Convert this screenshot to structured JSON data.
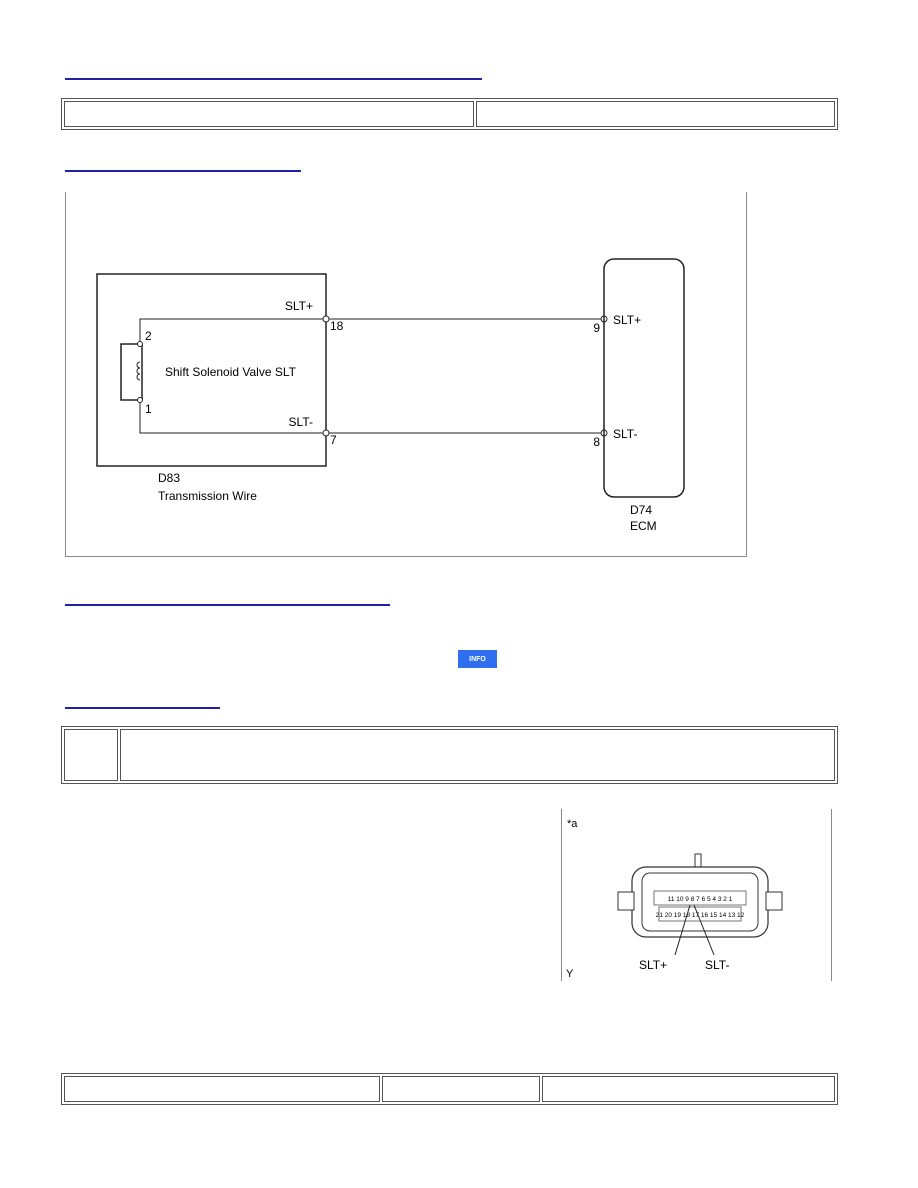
{
  "links": [
    {
      "name": "top-link"
    },
    {
      "name": "wiring-link"
    },
    {
      "name": "monitor-link"
    },
    {
      "name": "procedure-link"
    }
  ],
  "info_button": {
    "label": "INFO",
    "color": "#2f6fef"
  },
  "wiring_diagram": {
    "left_connector": {
      "code": "D83",
      "name": "Transmission Wire"
    },
    "solenoid": {
      "label": "Shift Solenoid Valve SLT",
      "pin_top": "2",
      "pin_bottom": "1"
    },
    "left_terminals": [
      {
        "signal": "SLT+",
        "pin": "18"
      },
      {
        "signal": "SLT-",
        "pin": "7"
      }
    ],
    "ecm": {
      "code": "D74",
      "name": "ECM"
    },
    "ecm_terminals": [
      {
        "signal": "SLT+",
        "pin": "9"
      },
      {
        "signal": "SLT-",
        "pin": "8"
      }
    ]
  },
  "connector_figure": {
    "corner_label": "*a",
    "bottom_label": "Y",
    "pins_top_row": "11 10 9 8 7 6 5 4 3 2 1",
    "pins_bottom_row": "21 20 19 18 17 16 15 14 13 12",
    "callouts": [
      "SLT+",
      "SLT-"
    ]
  }
}
